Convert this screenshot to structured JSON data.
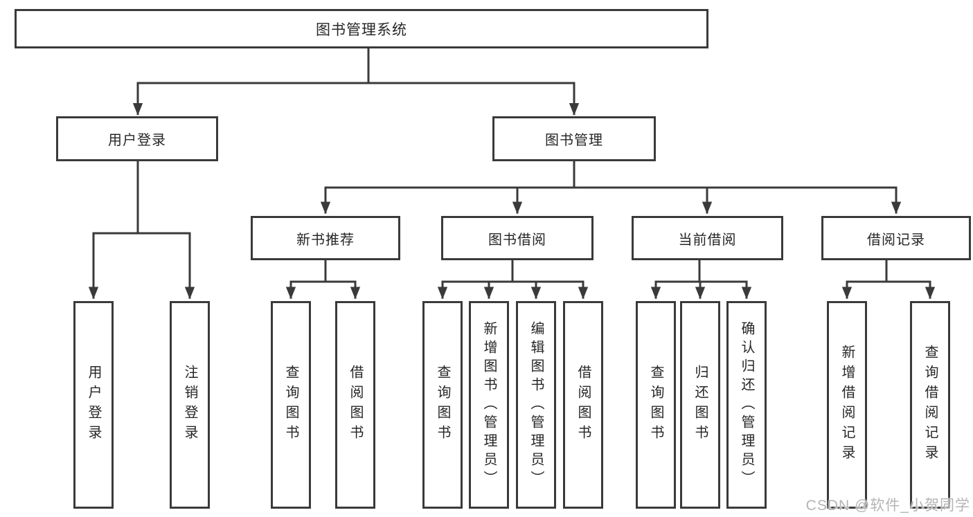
{
  "diagram": {
    "root": {
      "label": "图书管理系统"
    },
    "branches": [
      {
        "label": "用户登录",
        "children": [
          {
            "label": "用户登录"
          },
          {
            "label": "注销登录"
          }
        ]
      },
      {
        "label": "图书管理",
        "groups": [
          {
            "label": "新书推荐",
            "children": [
              {
                "label": "查询图书"
              },
              {
                "label": "借阅图书"
              }
            ]
          },
          {
            "label": "图书借阅",
            "children": [
              {
                "label": "查询图书"
              },
              {
                "label": "新增图书（管理员）"
              },
              {
                "label": "编辑图书（管理员）"
              },
              {
                "label": "借阅图书"
              }
            ]
          },
          {
            "label": "当前借阅",
            "children": [
              {
                "label": "查询图书"
              },
              {
                "label": "归还图书"
              },
              {
                "label": "确认归还（管理员）"
              }
            ]
          },
          {
            "label": "借阅记录",
            "children": [
              {
                "label": "新增借阅记录"
              },
              {
                "label": "查询借阅记录"
              }
            ]
          }
        ]
      }
    ]
  },
  "watermark": {
    "text": "CSDN @软件_小贺同学"
  },
  "colors": {
    "background": "#ffffff",
    "line": "#3a3a3a",
    "box_border": "#3a3a3a",
    "text": "#262626",
    "watermark": "#b4b4b4"
  }
}
